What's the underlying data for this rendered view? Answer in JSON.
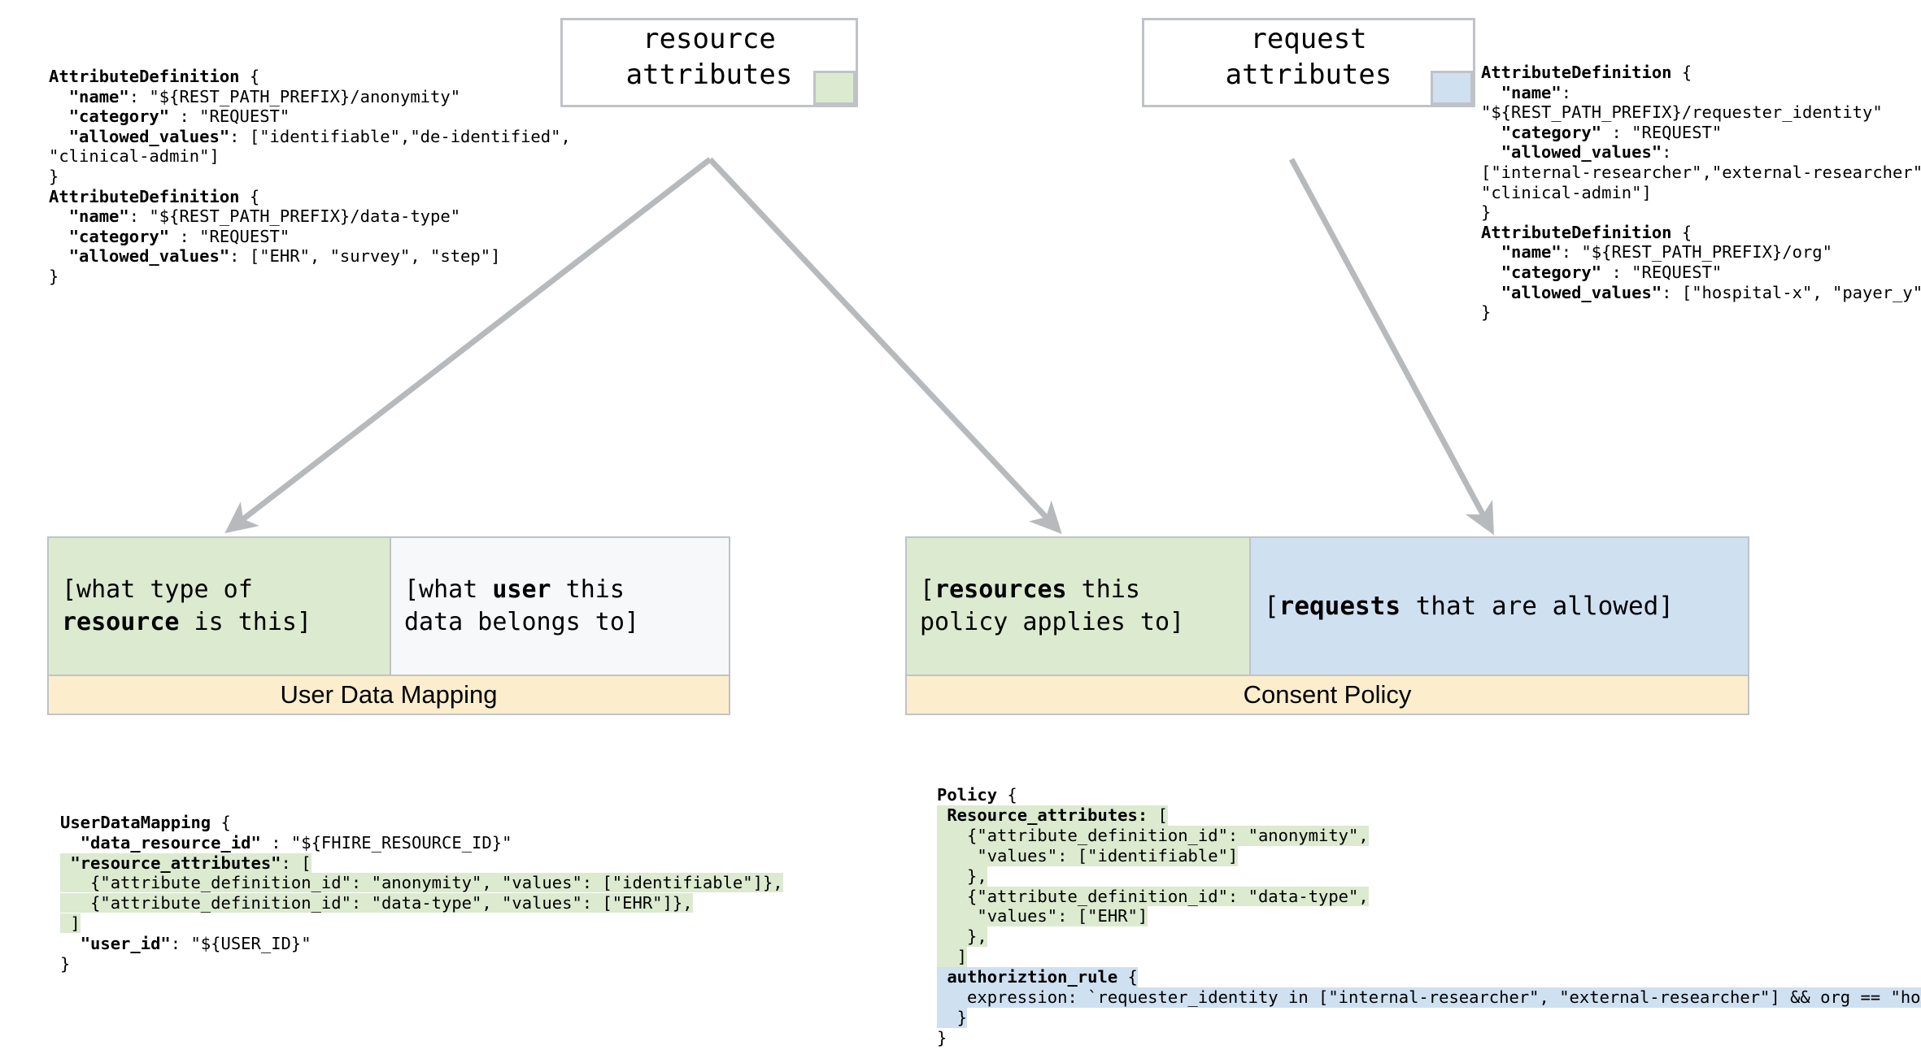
{
  "source_boxes": [
    {
      "name": "resource-attributes",
      "label": "resource\nattributes",
      "swatch_color": "#dcead0"
    },
    {
      "name": "request-attributes",
      "label": "request\nattributes",
      "swatch_color": "#cfe0f1"
    }
  ],
  "attribute_definitions_left": [
    "AttributeDefinition {",
    "  \"name\": \"${REST_PATH_PREFIX}/anonymity\"",
    "  \"category\" : \"REQUEST\"",
    "  \"allowed_values\": [\"identifiable\",\"de-identified\",",
    "\"clinical-admin\"]",
    "}",
    "AttributeDefinition {",
    "  \"name\": \"${REST_PATH_PREFIX}/data-type\"",
    "  \"category\" : \"REQUEST\"",
    "  \"allowed_values\": [\"EHR\", \"survey\", \"step\"]",
    "}"
  ],
  "attribute_definitions_right": [
    "AttributeDefinition {",
    "  \"name\":",
    "\"${REST_PATH_PREFIX}/requester_identity\"",
    "  \"category\" : \"REQUEST\"",
    "  \"allowed_values\":",
    "[\"internal-researcher\",\"external-researcher\",",
    "\"clinical-admin\"]",
    "}",
    "AttributeDefinition {",
    "  \"name\": \"${REST_PATH_PREFIX}/org\"",
    "  \"category\" : \"REQUEST\"",
    "  \"allowed_values\": [\"hospital-x\", \"payer_y\"]",
    "}"
  ],
  "cards": [
    {
      "name": "user-data-mapping",
      "footer": "User Data Mapping",
      "panels": [
        {
          "name": "resource-panel",
          "text": "[what type of\nresource is this]",
          "bold_word": "resource",
          "color": "#dcead0"
        },
        {
          "name": "user-panel",
          "text": "[what user this\ndata belongs to]",
          "bold_word": "user",
          "color": "#f6f8fa"
        }
      ]
    },
    {
      "name": "consent-policy",
      "footer": "Consent Policy",
      "panels": [
        {
          "name": "resources-panel",
          "text": "[resources this\npolicy applies to]",
          "bold_word": "resources",
          "color": "#dcead0"
        },
        {
          "name": "requests-panel",
          "text": "[requests that are allowed]",
          "bold_word": "requests",
          "color": "#cfe0f1"
        }
      ]
    }
  ],
  "user_data_mapping_code": [
    {
      "text": "UserDataMapping {",
      "highlight": "none",
      "bold_prefix": 0
    },
    {
      "text": "  \"data_resource_id\" : \"${FHIRE_RESOURCE_ID}\"",
      "highlight": "none"
    },
    {
      "text": " \"resource_attributes\": [",
      "highlight": "green"
    },
    {
      "text": "   {\"attribute_definition_id\": \"anonymity\", \"values\": [\"identifiable\"]},",
      "highlight": "green"
    },
    {
      "text": "   {\"attribute_definition_id\": \"data-type\", \"values\": [\"EHR\"]},",
      "highlight": "green"
    },
    {
      "text": " ]",
      "highlight": "green"
    },
    {
      "text": "  \"user_id\": \"${USER_ID}\"",
      "highlight": "none"
    },
    {
      "text": "}",
      "highlight": "none"
    }
  ],
  "policy_code": [
    {
      "text": "Policy {",
      "highlight": "none"
    },
    {
      "text": " Resource_attributes: [",
      "highlight": "green"
    },
    {
      "text": "   {\"attribute_definition_id\": \"anonymity\",",
      "highlight": "green"
    },
    {
      "text": "    \"values\": [\"identifiable\"]",
      "highlight": "green"
    },
    {
      "text": "   },",
      "highlight": "green"
    },
    {
      "text": "   {\"attribute_definition_id\": \"data-type\",",
      "highlight": "green"
    },
    {
      "text": "    \"values\": [\"EHR\"]",
      "highlight": "green"
    },
    {
      "text": "   },",
      "highlight": "green"
    },
    {
      "text": "  ]",
      "highlight": "green"
    },
    {
      "text": " authoriztion_rule {",
      "highlight": "blue"
    },
    {
      "text": "   expression: `requester_identity in [\"internal-researcher\", \"external-researcher\"] && org == \"hospital-x\"`",
      "highlight": "blue"
    },
    {
      "text": "  }",
      "highlight": "blue"
    },
    {
      "text": "}",
      "highlight": "none"
    }
  ],
  "colors": {
    "green": "#dcead0",
    "blue": "#cfe0f1",
    "yellow": "#fcedcd",
    "border": "#bfc3c7",
    "arrow": "#b6babd",
    "panel_plain": "#f6f8fa"
  }
}
